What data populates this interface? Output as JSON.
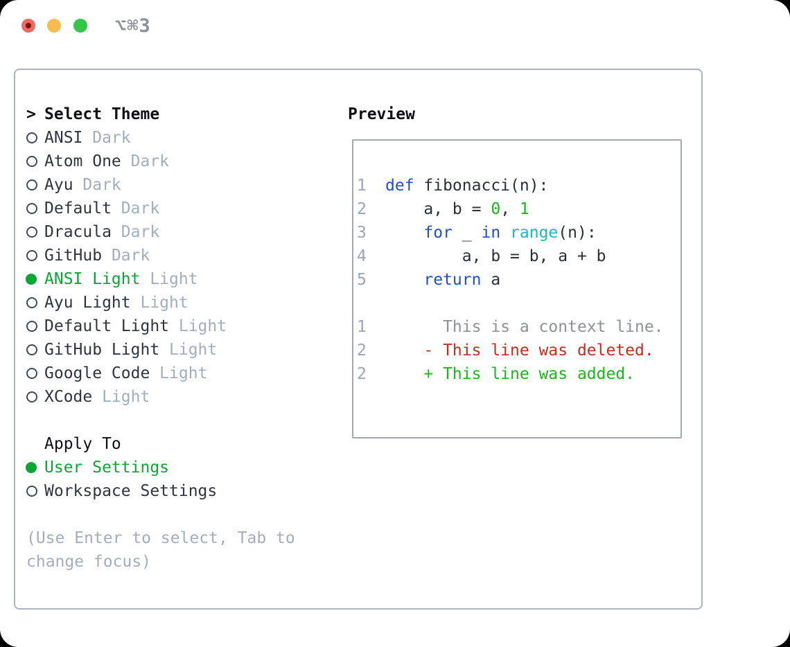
{
  "window": {
    "title": "⌥⌘3",
    "traffic_lights": [
      {
        "name": "close"
      },
      {
        "name": "minimize"
      },
      {
        "name": "zoom"
      }
    ]
  },
  "colors": {
    "traffic_red": "#ee6a5e",
    "traffic_yellow": "#f5bd4f",
    "traffic_green": "#33c748",
    "title_gray": "#8d9299",
    "panel_border": "#aab3bf",
    "preview_border": "#a2a8b0",
    "text": "#30353d",
    "code_text": "#2b2f36",
    "dim_gray": "#a2adbd",
    "line_number_gray": "#9aa6b6",
    "context_gray": "#8e9298",
    "accent_green": "#07a734",
    "code_green": "#12bb17",
    "keyword_blue": "#1e4ed8",
    "function_cyan": "#0ebdc9",
    "deleted_red": "#c92a1c"
  },
  "theme_picker": {
    "header_prefix": ">",
    "header": "Select Theme",
    "items": [
      {
        "label": "ANSI",
        "variant": "Dark",
        "selected": false
      },
      {
        "label": "Atom One",
        "variant": "Dark",
        "selected": false
      },
      {
        "label": "Ayu",
        "variant": "Dark",
        "selected": false
      },
      {
        "label": "Default",
        "variant": "Dark",
        "selected": false
      },
      {
        "label": "Dracula",
        "variant": "Dark",
        "selected": false
      },
      {
        "label": "GitHub",
        "variant": "Dark",
        "selected": false
      },
      {
        "label": "ANSI Light",
        "variant": "Light",
        "selected": true
      },
      {
        "label": "Ayu Light",
        "variant": "Light",
        "selected": false
      },
      {
        "label": "Default Light",
        "variant": "Light",
        "selected": false
      },
      {
        "label": "GitHub Light",
        "variant": "Light",
        "selected": false
      },
      {
        "label": "Google Code",
        "variant": "Light",
        "selected": false
      },
      {
        "label": "XCode",
        "variant": "Light",
        "selected": false
      }
    ],
    "apply_to": {
      "header": "Apply To",
      "options": [
        {
          "label": "User Settings",
          "selected": true
        },
        {
          "label": "Workspace Settings",
          "selected": false
        }
      ]
    },
    "hint": "(Use Enter to select, Tab to change focus)"
  },
  "preview": {
    "title": "Preview",
    "code_lines": [
      {
        "num": "1",
        "segments": [
          {
            "text": "def",
            "color": "keyword"
          },
          {
            "text": " fibonacci(n):",
            "color": "text"
          }
        ]
      },
      {
        "num": "2",
        "segments": [
          {
            "text": "    a, b = ",
            "color": "text"
          },
          {
            "text": "0",
            "color": "green"
          },
          {
            "text": ", ",
            "color": "text"
          },
          {
            "text": "1",
            "color": "green"
          }
        ]
      },
      {
        "num": "3",
        "segments": [
          {
            "text": "    ",
            "color": "text"
          },
          {
            "text": "for",
            "color": "keyword"
          },
          {
            "text": " _ ",
            "color": "text"
          },
          {
            "text": "in",
            "color": "keyword"
          },
          {
            "text": " ",
            "color": "text"
          },
          {
            "text": "range",
            "color": "function"
          },
          {
            "text": "(n):",
            "color": "text"
          }
        ]
      },
      {
        "num": "4",
        "segments": [
          {
            "text": "        a, b = b, a + b",
            "color": "text"
          }
        ]
      },
      {
        "num": "5",
        "segments": [
          {
            "text": "    ",
            "color": "text"
          },
          {
            "text": "return",
            "color": "keyword"
          },
          {
            "text": " a",
            "color": "text"
          }
        ]
      }
    ],
    "diff_lines": [
      {
        "num": "1",
        "segments": [
          {
            "text": "      This is a context line.",
            "color": "context"
          }
        ]
      },
      {
        "num": "2",
        "segments": [
          {
            "text": "    - This line was deleted.",
            "color": "deleted"
          }
        ]
      },
      {
        "num": "2",
        "segments": [
          {
            "text": "    + This line was added.",
            "color": "added"
          }
        ]
      }
    ]
  }
}
